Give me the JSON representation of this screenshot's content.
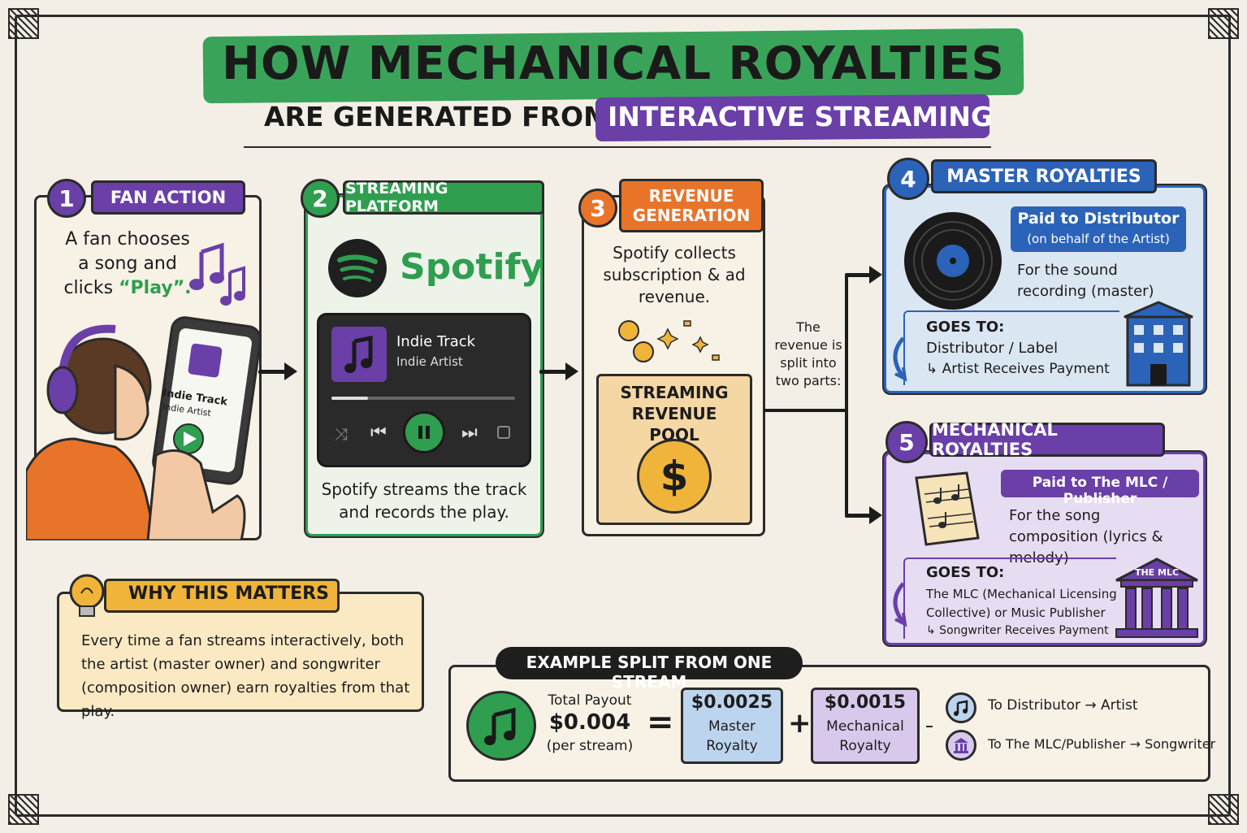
{
  "header": {
    "title": "HOW MECHANICAL ROYALTIES",
    "subtitle_prefix": "ARE GENERATED FROM",
    "subtitle_highlight": "INTERACTIVE STREAMING"
  },
  "steps": [
    {
      "number": "1",
      "label": "FAN ACTION",
      "text": "A fan chooses a song and clicks",
      "text_quote": "“Play”."
    },
    {
      "number": "2",
      "label": "STREAMING PLATFORM",
      "brand": "Spotify",
      "caption": "Spotify streams the track and records the play."
    },
    {
      "number": "3",
      "label": "REVENUE GENERATION",
      "text": "Spotify collects subscription & ad revenue.",
      "pool_label": "STREAMING REVENUE POOL",
      "pool_symbol": "$"
    },
    {
      "number": "4",
      "label": "MASTER ROYALTIES",
      "paid_to": "Paid to Distributor",
      "paid_to_note": "(on behalf of the Artist)",
      "for_text": "For the sound recording (master)",
      "goes_to_label": "GOES TO:",
      "goes_to_line1": "Distributor / Label",
      "goes_to_line2": "↳ Artist Receives Payment"
    },
    {
      "number": "5",
      "label": "MECHANICAL ROYALTIES",
      "paid_to": "Paid to The MLC / Publisher",
      "for_text": "For the song composition (lyrics & melody)",
      "goes_to_label": "GOES TO:",
      "goes_to_line1": "The MLC (Mechanical Licensing",
      "goes_to_line2": "Collective) or Music Publisher",
      "goes_to_line3": "↳ Songwriter Receives Payment",
      "building_label": "THE MLC"
    }
  ],
  "phone": {
    "track": "Indie Track",
    "artist": "Indie Artist"
  },
  "player": {
    "track": "Indie Track",
    "artist": "Indie Artist",
    "progress": 0.2
  },
  "split_note": "The revenue is split into two parts:",
  "why": {
    "label": "WHY THIS MATTERS",
    "text": "Every time a fan streams interactively, both the artist (master owner) and songwriter (composition owner) earn royalties from that play."
  },
  "example": {
    "label": "EXAMPLE SPLIT FROM ONE STREAM",
    "total_label": "Total Payout",
    "total_value": "$0.004",
    "total_unit": "(per stream)",
    "equals": "=",
    "plus": "+",
    "master_value": "$0.0025",
    "master_label_1": "Master",
    "master_label_2": "Royalty",
    "mech_value": "$0.0015",
    "mech_label_1": "Mechanical",
    "mech_label_2": "Royalty",
    "legend_1": "To Distributor → Artist",
    "legend_2": "To The MLC/Publisher → Songwriter"
  },
  "colors": {
    "purple": "#6a3fa8",
    "green": "#2f9e4f",
    "orange": "#e8742a",
    "blue": "#2b63b8",
    "gold": "#f0b43a",
    "cream": "#f4efe6"
  },
  "icons": [
    "music-notes-icon",
    "spotify-logo-icon",
    "vinyl-record-icon",
    "building-icon",
    "sheet-music-icon",
    "mlc-building-icon",
    "lightbulb-icon",
    "coin-icon",
    "dollar-coin-icon"
  ]
}
